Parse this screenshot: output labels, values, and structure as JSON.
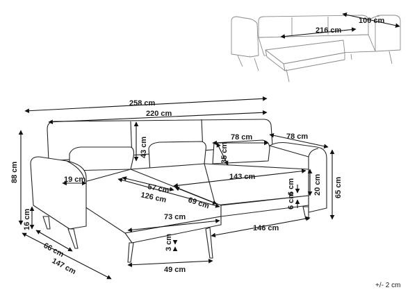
{
  "labels": {
    "sofa_bed_width": "216 cm",
    "sofa_bed_depth": "100 cm",
    "total_width": "258 cm",
    "seat_width": "220 cm",
    "total_height": "88 cm",
    "backrest_height": "43 cm",
    "armrest_width": "19 cm",
    "chaise_seat_depth": "57 cm",
    "chaise_length": "126 cm",
    "backrest_width_mid": "78 cm",
    "backrest_width_right": "78 cm",
    "seat_depth_mid": "35 cm",
    "seat_width_mid": "143 cm",
    "seat_depth": "69 cm",
    "cushion_thickness": "20 cm",
    "seat_height": "65 cm",
    "gap_top": "6 cm",
    "gap_bottom": "6 cm",
    "leg_height": "16 cm",
    "chaise_width": "66 cm",
    "overall_depth": "147 cm",
    "chaise_inner_width": "73 cm",
    "base_width": "146 cm",
    "clearance": "3 cm",
    "leg_span": "49 cm"
  },
  "tolerance_note": "+/- 2 cm"
}
